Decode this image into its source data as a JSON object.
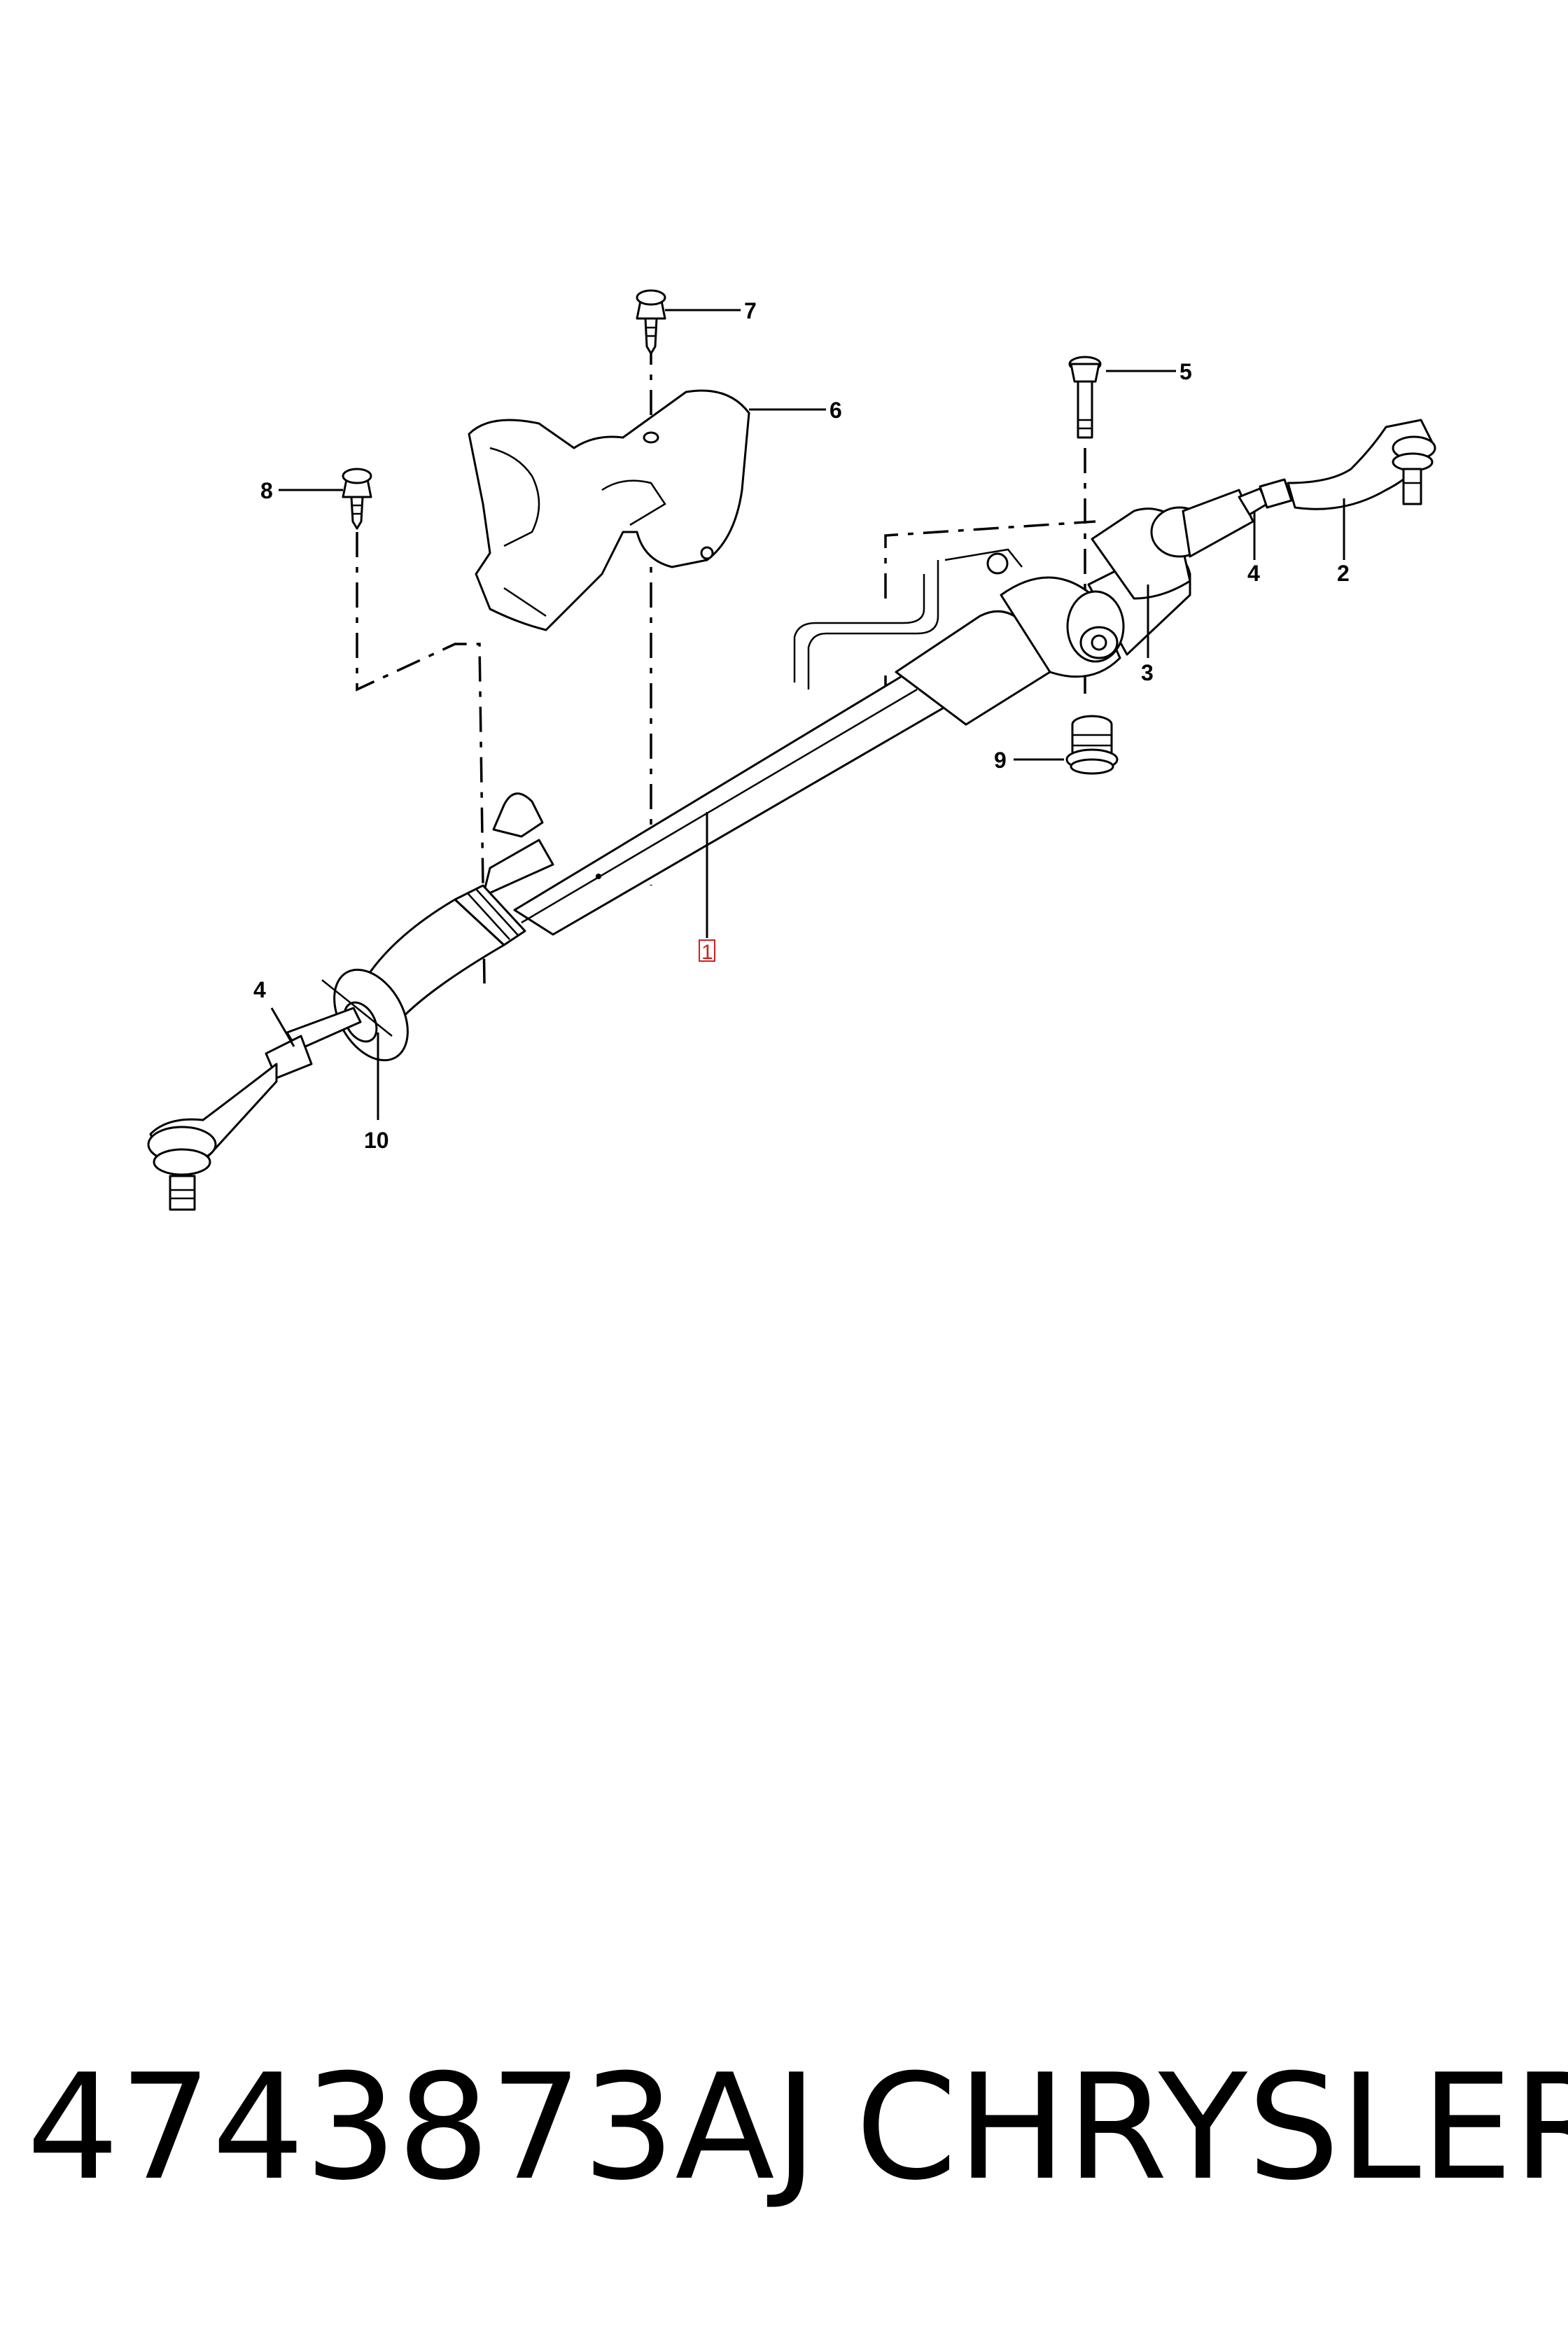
{
  "diagram": {
    "callouts": [
      {
        "id": "1",
        "label": "1",
        "part": "steering-rack"
      },
      {
        "id": "2",
        "label": "2",
        "part": "right-tie-rod-end"
      },
      {
        "id": "3",
        "label": "3",
        "part": "right-boot"
      },
      {
        "id": "4a",
        "label": "4",
        "part": "right-jam-nut"
      },
      {
        "id": "4b",
        "label": "4",
        "part": "left-jam-nut"
      },
      {
        "id": "5",
        "label": "5",
        "part": "mount-bolt"
      },
      {
        "id": "6",
        "label": "6",
        "part": "heat-shield"
      },
      {
        "id": "7",
        "label": "7",
        "part": "shield-screw"
      },
      {
        "id": "8",
        "label": "8",
        "part": "screw"
      },
      {
        "id": "9",
        "label": "9",
        "part": "bushing"
      },
      {
        "id": "10",
        "label": "10",
        "part": "left-boot"
      }
    ],
    "highlighted_callout": "1",
    "highlight_color": "#d21f1f"
  },
  "footer": {
    "part_number": "4743873AJ",
    "brand": "CHRYSLER"
  }
}
